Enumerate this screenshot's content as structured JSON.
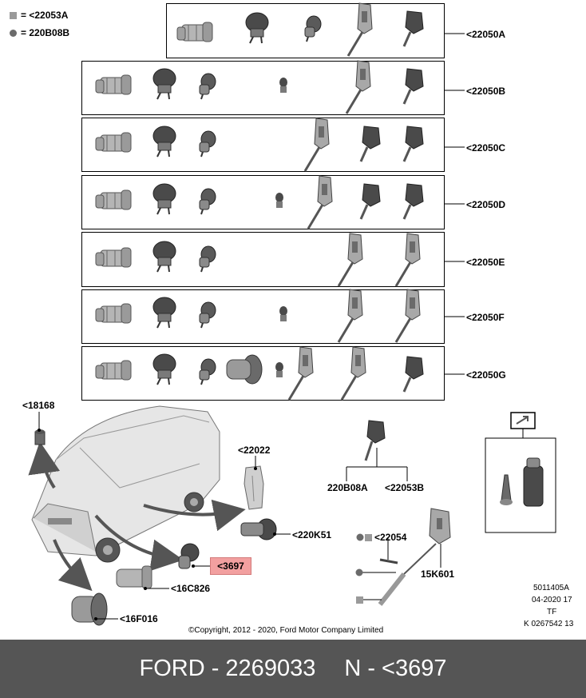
{
  "legend": [
    {
      "marker": "square",
      "label": "= <22053A"
    },
    {
      "marker": "circle",
      "label": "= 220B08B"
    }
  ],
  "rows": [
    {
      "label": "<22050A"
    },
    {
      "label": "<22050B"
    },
    {
      "label": "<22050C"
    },
    {
      "label": "<22050D"
    },
    {
      "label": "<22050E"
    },
    {
      "label": "<22050F"
    },
    {
      "label": "<22050G"
    }
  ],
  "callouts": {
    "c18168": "<18168",
    "c22022": "<22022",
    "c220k51": "<220K51",
    "c3697": "<3697",
    "c16c826": "<16C826",
    "c16f016": "<16F016",
    "c220b08a": "220B08A",
    "c22053b": "<22053B",
    "c22054": "<22054",
    "c15k601": "15K601"
  },
  "info": {
    "line1": "5011405A",
    "line2": "04-2020 17",
    "line3": "TF",
    "line4": "K 0267542 13"
  },
  "copyright": "©Copyright, 2012 - 2020, Ford Motor Company Limited",
  "footer": {
    "brand_part": "FORD - 2269033",
    "part_ref": "N - <3697"
  },
  "colors": {
    "highlight": "#f2a0a0",
    "footer_bg": "#555555",
    "part_gray": "#8a8a8a"
  }
}
